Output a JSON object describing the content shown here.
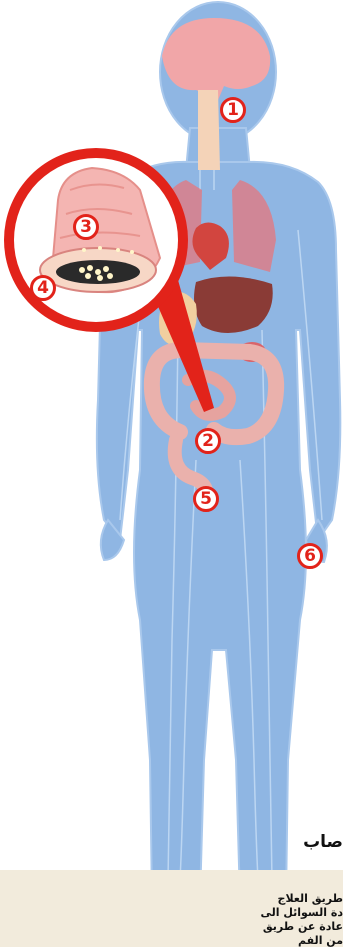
{
  "markers": {
    "m1": "1",
    "m2": "2",
    "m3": "3",
    "m4": "4",
    "m5": "5",
    "m6": "6"
  },
  "body_caption": "صاب",
  "footer_lines": [
    "طريق العلاج",
    "دة السوائل الى",
    "عادة عن طريق",
    "من الفم"
  ],
  "colors": {
    "body": "#8fb6e3",
    "body_outline": "#a9c8ec",
    "organ_pink": "#f1a6a8",
    "intestine": "#eab1ac",
    "liver": "#8a3b36",
    "accent": "#e2231a",
    "footer_bg": "#f2ebdc"
  }
}
